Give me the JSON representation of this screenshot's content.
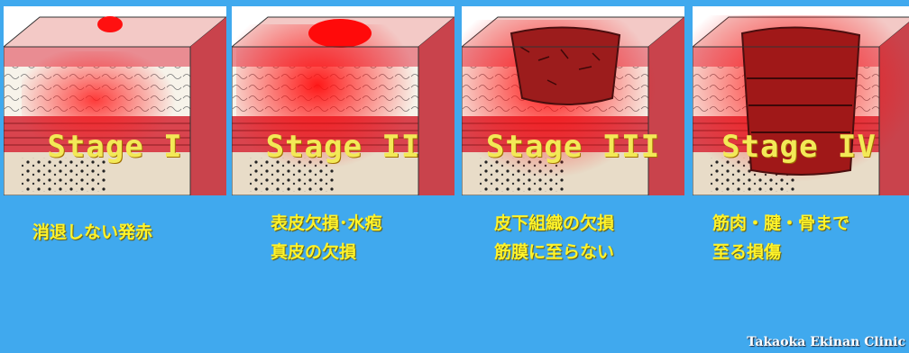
{
  "stages": [
    {
      "label": "Stage I",
      "desc": [
        "消退しない発赤"
      ]
    },
    {
      "label": "Stage II",
      "desc": [
        "表皮欠損･水疱",
        "真皮の欠損"
      ]
    },
    {
      "label": "Stage III",
      "desc": [
        "皮下組織の欠損",
        "筋膜に至らない"
      ]
    },
    {
      "label": "Stage IV",
      "desc": [
        "筋肉・腱・骨まで",
        "至る損傷"
      ]
    }
  ],
  "credit": "Takaoka Ekinan Clinic",
  "colors": {
    "background": "#40a9ee",
    "label": "#f3e957",
    "desc": "#fff32a"
  }
}
